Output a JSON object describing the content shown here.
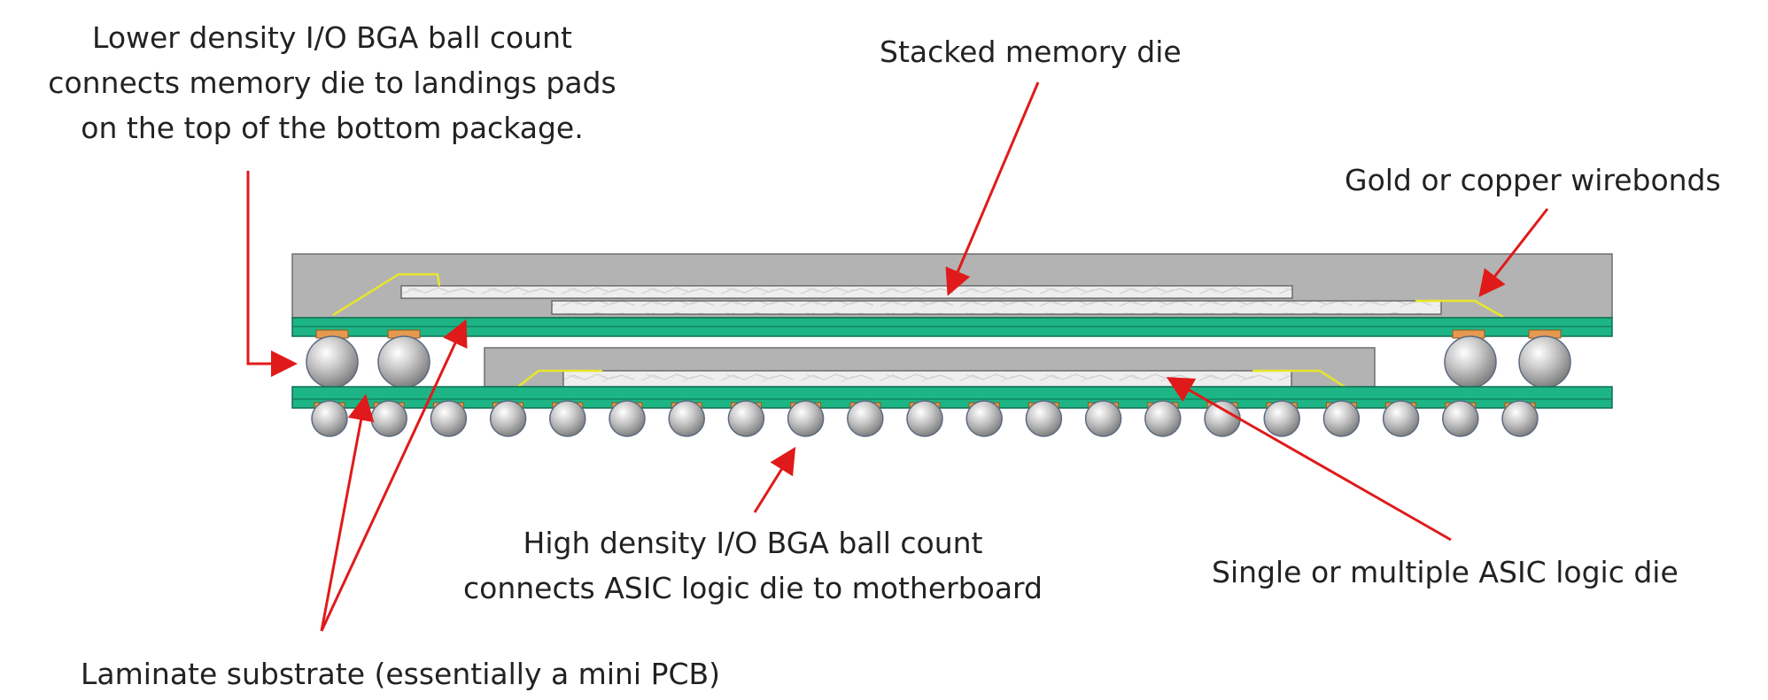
{
  "labels": {
    "lower_density": [
      "Lower density I/O BGA ball count",
      "connects memory die to landings pads",
      "on the top of the bottom package."
    ],
    "stacked_memory": "Stacked memory die",
    "wirebonds": "Gold or copper wirebonds",
    "high_density": [
      "High density I/O BGA ball count",
      "connects ASIC logic die to motherboard"
    ],
    "asic_die": "Single or multiple ASIC logic die",
    "laminate": "Laminate substrate (essentially a mini PCB)"
  },
  "colors": {
    "substrate": "#1db585",
    "mold": "#b3b3b3",
    "die": "#ececec",
    "pad": "#e69a50",
    "wire": "#e8e62a",
    "arrow": "#e01a1a",
    "ball": "#a5a5a5"
  }
}
